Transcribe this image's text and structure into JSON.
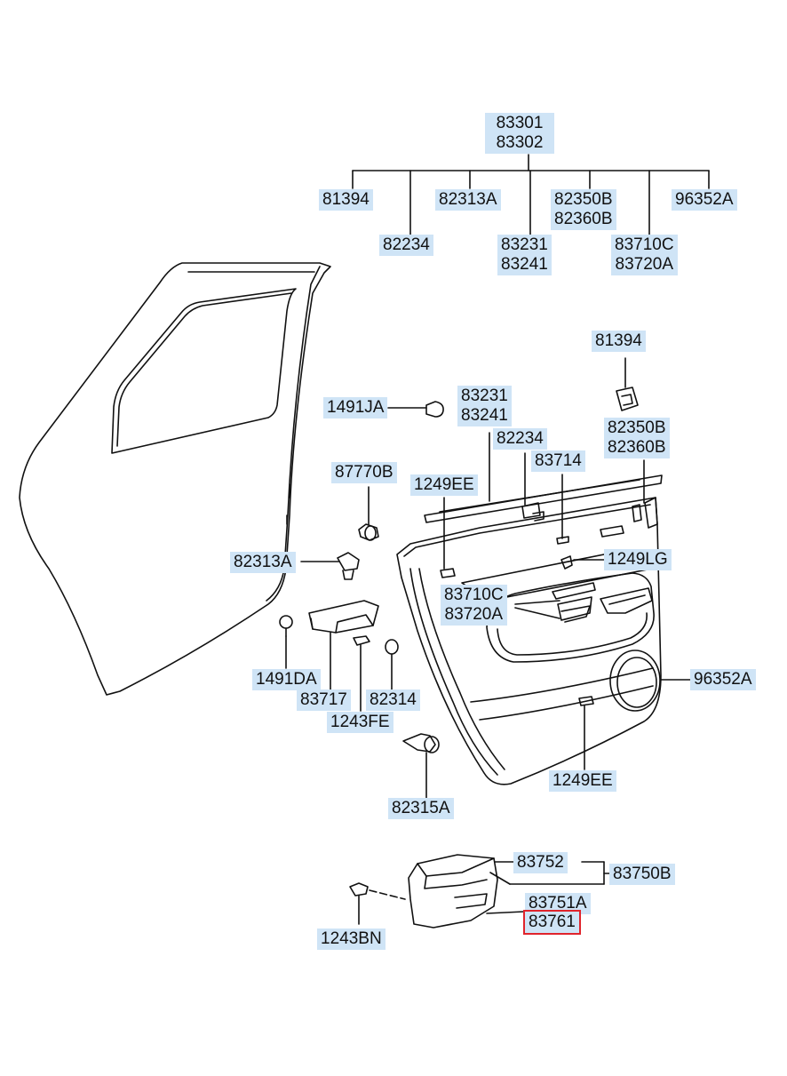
{
  "highlight_color": "#e0242c",
  "label_bg_color": "#cfe4f6",
  "labels": {
    "trim_assy": [
      "83301",
      "83302"
    ],
    "top_81394": "81394",
    "top_82313A": "82313A",
    "top_82350B": [
      "82350B",
      "82360B"
    ],
    "top_96352A": "96352A",
    "top_82234": "82234",
    "top_83231": [
      "83231",
      "83241"
    ],
    "top_83710C": [
      "83710C",
      "83720A"
    ],
    "clip_81394": "81394",
    "p1491JA": "1491JA",
    "mid_83231": [
      "83231",
      "83241"
    ],
    "mid_82234": "82234",
    "mid_82350B": [
      "82350B",
      "82360B"
    ],
    "p83714": "83714",
    "p87770B": "87770B",
    "p1249EE_a": "1249EE",
    "p82313A": "82313A",
    "p1249LG": "1249LG",
    "mid_83710C": [
      "83710C",
      "83720A"
    ],
    "p1491DA": "1491DA",
    "p83717": "83717",
    "p82314": "82314",
    "p96352A": "96352A",
    "p1243FE": "1243FE",
    "p1249EE_b": "1249EE",
    "p82315A": "82315A",
    "p83752": "83752",
    "p83750B": "83750B",
    "p83751A": "83751A",
    "p83761": "83761",
    "p1243BN": "1243BN"
  }
}
